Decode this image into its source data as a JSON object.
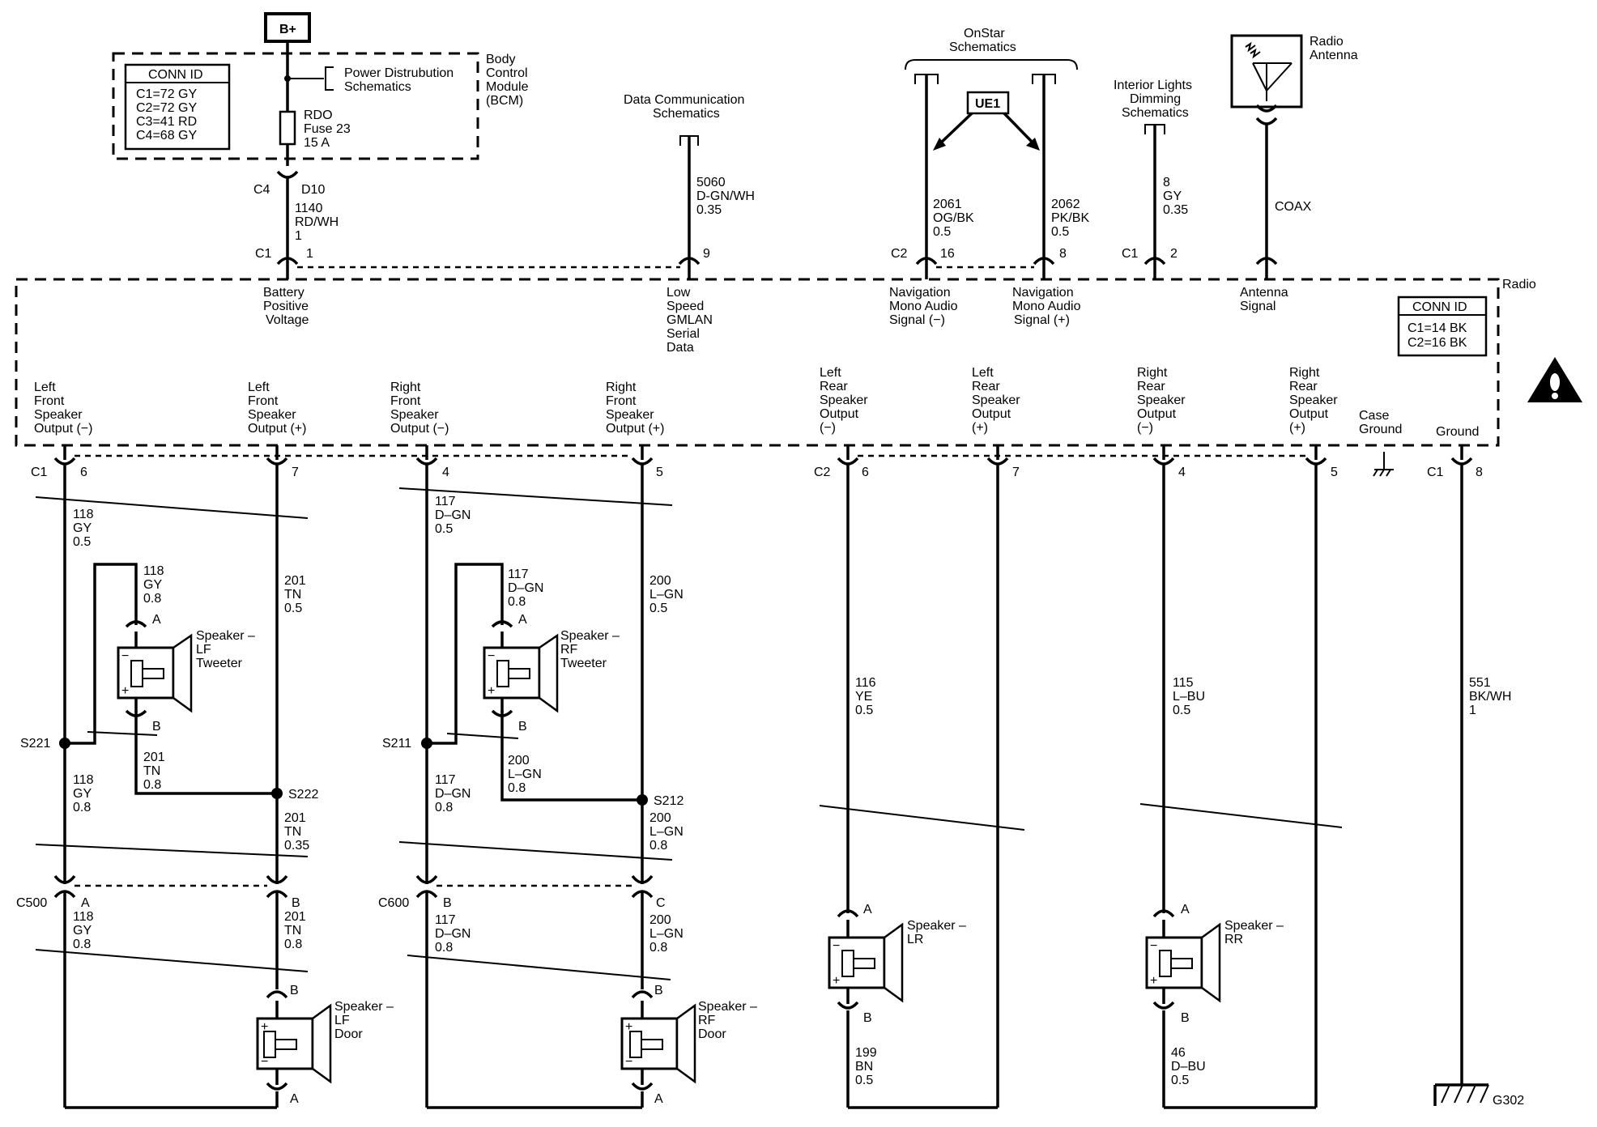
{
  "top": {
    "bplus": "B+",
    "conn_id_bcm": {
      "title": "CONN ID",
      "lines": [
        "C1=72 GY",
        "C2=72 GY",
        "C3=41 RD",
        "C4=68 GY"
      ]
    },
    "power_dist": [
      "Power Distrubution",
      "Schematics"
    ],
    "bcm": [
      "Body",
      "Control",
      "Module",
      "(BCM)"
    ],
    "fuse": [
      "RDO",
      "Fuse 23",
      "15 A"
    ],
    "c4_label": "C4",
    "d10_label": "D10",
    "wire_1140": [
      "1140",
      "RD/WH",
      "1"
    ],
    "c1_label": "C1",
    "pin_1": "1",
    "data_comm": [
      "Data Communication",
      "Schematics"
    ],
    "wire_5060": [
      "5060",
      "D-GN/WH",
      "0.35"
    ],
    "pin_9": "9",
    "onstar": [
      "OnStar",
      "Schematics"
    ],
    "ue1": "UE1",
    "wire_2061": [
      "2061",
      "OG/BK",
      "0.5"
    ],
    "wire_2062": [
      "2062",
      "PK/BK",
      "0.5"
    ],
    "c2_label": "C2",
    "pin_16": "16",
    "pin_8": "8",
    "interior": [
      "Interior Lights",
      "Dimming",
      "Schematics"
    ],
    "wire_8": [
      "8",
      "GY",
      "0.35"
    ],
    "c1_label_b": "C1",
    "pin_2": "2",
    "radio_antenna": [
      "Radio",
      "Antenna"
    ],
    "coax": "COAX"
  },
  "radio": {
    "title": "Radio",
    "conn_id": {
      "title": "CONN ID",
      "lines": [
        "C1=14 BK",
        "C2=16 BK"
      ]
    },
    "top_pins": [
      [
        "Battery",
        "Positive",
        "Voltage"
      ],
      [
        "Low",
        "Speed",
        "GMLAN",
        "Serial",
        "Data"
      ],
      [
        "Navigation",
        "Mono Audio",
        "Signal (−)"
      ],
      [
        "Navigation",
        "Mono Audio",
        "Signal (+)"
      ],
      [
        "Antenna",
        "Signal"
      ]
    ],
    "bottom_pins": [
      [
        "Left",
        "Front",
        "Speaker",
        "Output (−)"
      ],
      [
        "Left",
        "Front",
        "Speaker",
        "Output (+)"
      ],
      [
        "Right",
        "Front",
        "Speaker",
        "Output (−)"
      ],
      [
        "Right",
        "Front",
        "Speaker",
        "Output (+)"
      ],
      [
        "Left",
        "Rear",
        "Speaker",
        "Output",
        "(−)"
      ],
      [
        "Left",
        "Rear",
        "Speaker",
        "Output",
        "(+)"
      ],
      [
        "Right",
        "Rear",
        "Speaker",
        "Output",
        "(−)"
      ],
      [
        "Right",
        "Rear",
        "Speaker",
        "Output",
        "(+)"
      ],
      [
        "Case",
        "Ground"
      ],
      [
        "Ground"
      ]
    ]
  },
  "bottom": {
    "c1_left": "C1",
    "pin6": "6",
    "pin7": "7",
    "pin4": "4",
    "pin5": "5",
    "c2_rear": "C2",
    "rpin6": "6",
    "rpin7": "7",
    "rpin4": "4",
    "rpin5": "5",
    "c1_gnd": "C1",
    "gpin8": "8",
    "w118a": [
      "118",
      "GY",
      "0.5"
    ],
    "w118b": [
      "118",
      "GY",
      "0.8"
    ],
    "w201a": [
      "201",
      "TN",
      "0.5"
    ],
    "w201b": [
      "201",
      "TN",
      "0.8"
    ],
    "w118c": [
      "118",
      "GY",
      "0.8"
    ],
    "w201c": [
      "201",
      "TN",
      "0.35"
    ],
    "w118d": [
      "118",
      "GY",
      "0.8"
    ],
    "w201d": [
      "201",
      "TN",
      "0.8"
    ],
    "w117a": [
      "117",
      "D–GN",
      "0.5"
    ],
    "w117b": [
      "117",
      "D–GN",
      "0.8"
    ],
    "w200a": [
      "200",
      "L–GN",
      "0.5"
    ],
    "w200b": [
      "200",
      "L–GN",
      "0.8"
    ],
    "w117c": [
      "117",
      "D–GN",
      "0.8"
    ],
    "w200c": [
      "200",
      "L–GN",
      "0.8"
    ],
    "w117d": [
      "117",
      "D–GN",
      "0.8"
    ],
    "w200d": [
      "200",
      "L–GN",
      "0.8"
    ],
    "w116": [
      "116",
      "YE",
      "0.5"
    ],
    "w199": [
      "199",
      "BN",
      "0.5"
    ],
    "w115": [
      "115",
      "L–BU",
      "0.5"
    ],
    "w46": [
      "46",
      "D–BU",
      "0.5"
    ],
    "w551": [
      "551",
      "BK/WH",
      "1"
    ],
    "s221": "S221",
    "s222": "S222",
    "s211": "S211",
    "s212": "S212",
    "c500": "C500",
    "c600": "C600",
    "pinA": "A",
    "pinB": "B",
    "pinC": "C",
    "spk_lf_tw": [
      "Speaker –",
      "LF",
      "Tweeter"
    ],
    "spk_rf_tw": [
      "Speaker –",
      "RF",
      "Tweeter"
    ],
    "spk_lf_door": [
      "Speaker –",
      "LF",
      "Door"
    ],
    "spk_rf_door": [
      "Speaker –",
      "RF",
      "Door"
    ],
    "spk_lr": [
      "Speaker –",
      "LR"
    ],
    "spk_rr": [
      "Speaker –",
      "RR"
    ],
    "g302": "G302"
  }
}
